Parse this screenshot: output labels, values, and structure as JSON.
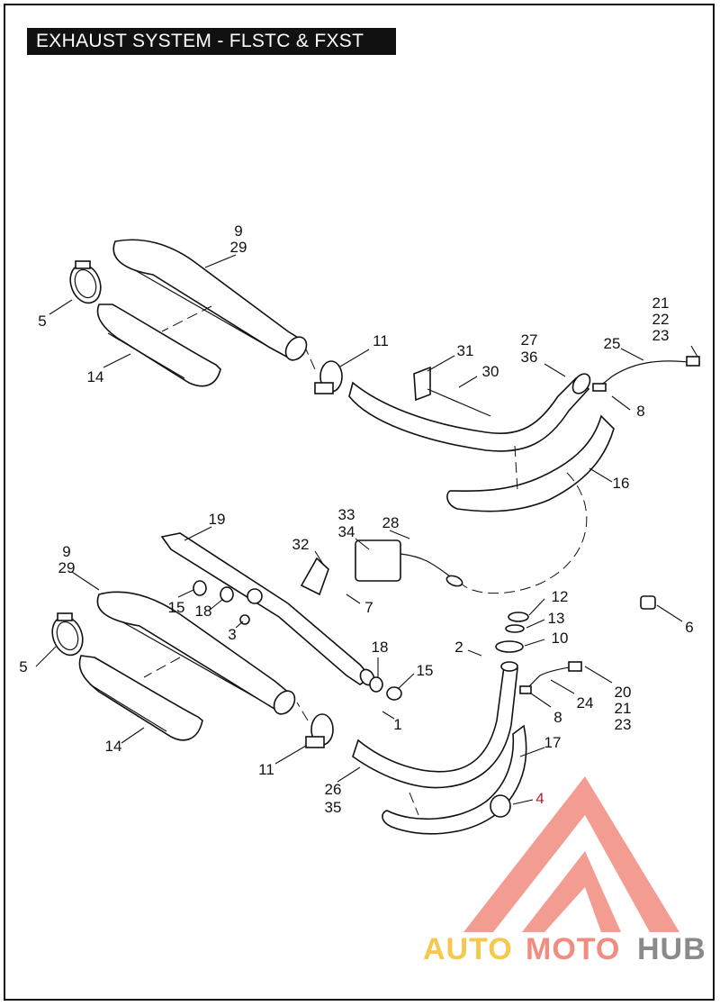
{
  "title": "EXHAUST SYSTEM - FLSTC & FXST",
  "callouts": {
    "c9_top": "9",
    "c29_top": "29",
    "c5_top": "5",
    "c14_top": "14",
    "c11_top": "11",
    "c31": "31",
    "c30": "30",
    "c27": "27",
    "c36": "36",
    "c25": "25",
    "c21_top": "21",
    "c22": "22",
    "c23_top": "23",
    "c8_top": "8",
    "c16": "16",
    "c19": "19",
    "c33": "33",
    "c34": "34",
    "c28": "28",
    "c32": "32",
    "c9_bot": "9",
    "c29_bot": "29",
    "c15_left": "15",
    "c18_left": "18",
    "c7": "7",
    "c3": "3",
    "c12": "12",
    "c13": "13",
    "c10": "10",
    "c6": "6",
    "c5_bot": "5",
    "c18_right": "18",
    "c15_right": "15",
    "c2": "2",
    "c20": "20",
    "c21_bot": "21",
    "c24": "24",
    "c23_bot": "23",
    "c8_bot": "8",
    "c1": "1",
    "c14_bot": "14",
    "c17": "17",
    "c11_bot": "11",
    "c26": "26",
    "c35": "35",
    "c4": "4"
  },
  "watermark": {
    "word1": "AUTO",
    "word2": "MOTO",
    "word3": "HUB",
    "color1": "#f6c84b",
    "color2": "#f28b80",
    "color3": "#8a8a8a"
  }
}
